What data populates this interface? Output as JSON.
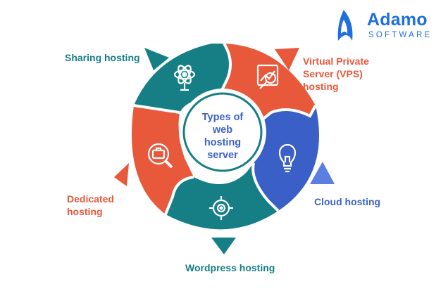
{
  "brand": {
    "name": "Adamo",
    "sub": "SOFTWARE",
    "color": "#1f6fe0"
  },
  "center": {
    "lines": [
      "Types of",
      "web",
      "hosting",
      "server"
    ],
    "color": "#3d63c8"
  },
  "segments": [
    {
      "label": "Sharing hosting",
      "icon": "atom-icon",
      "color": "#167f86"
    },
    {
      "label_lines": [
        "Virtual Private",
        "Server (VPS)",
        "hosting"
      ],
      "icon": "chart-magnifier-icon",
      "color": "#e8583a"
    },
    {
      "label": "Cloud hosting",
      "icon": "lightbulb-icon",
      "color": "#3d63c8"
    },
    {
      "label": "Wordpress hosting",
      "icon": "target-icon",
      "color": "#167f86"
    },
    {
      "label_lines": [
        "Dedicated",
        "hosting"
      ],
      "icon": "briefcase-search-icon",
      "color": "#e8583a"
    }
  ]
}
